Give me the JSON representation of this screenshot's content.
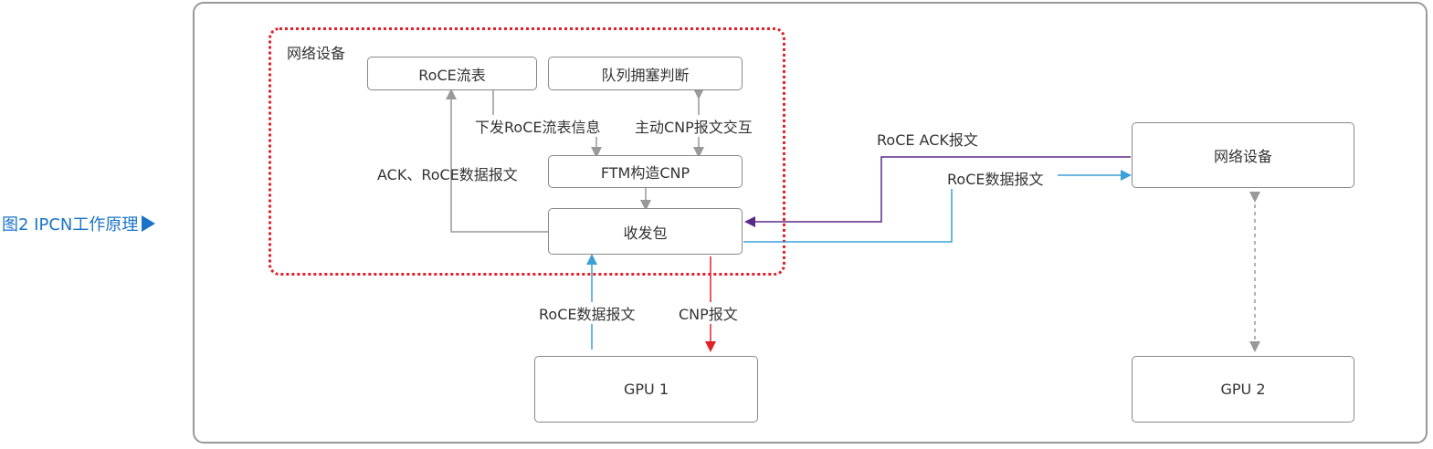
{
  "caption": {
    "text": "图2 IPCN工作原理"
  },
  "group": {
    "title": "网络设备"
  },
  "nodes": {
    "roce_flow_table": "RoCE流表",
    "queue_congestion": "队列拥塞判断",
    "ftm_cnp": "FTM构造CNP",
    "send_recv": "收发包",
    "gpu1": "GPU 1",
    "network_device_right": "网络设备",
    "gpu2": "GPU 2"
  },
  "edges": {
    "issue_flow_info": "下发RoCE流表信息",
    "active_cnp": "主动CNP报文交互",
    "ack_roce_data": "ACK、RoCE数据报文",
    "roce_ack": "RoCE ACK报文",
    "roce_data_right": "RoCE数据报文",
    "roce_data_up": "RoCE数据报文",
    "cnp_down": "CNP报文"
  },
  "colors": {
    "caption": "#1a73c8",
    "dashed": "#e0202a",
    "purple": "#5b2a86",
    "blue": "#3aa0d8",
    "red": "#e0202a",
    "gray": "#999999"
  }
}
